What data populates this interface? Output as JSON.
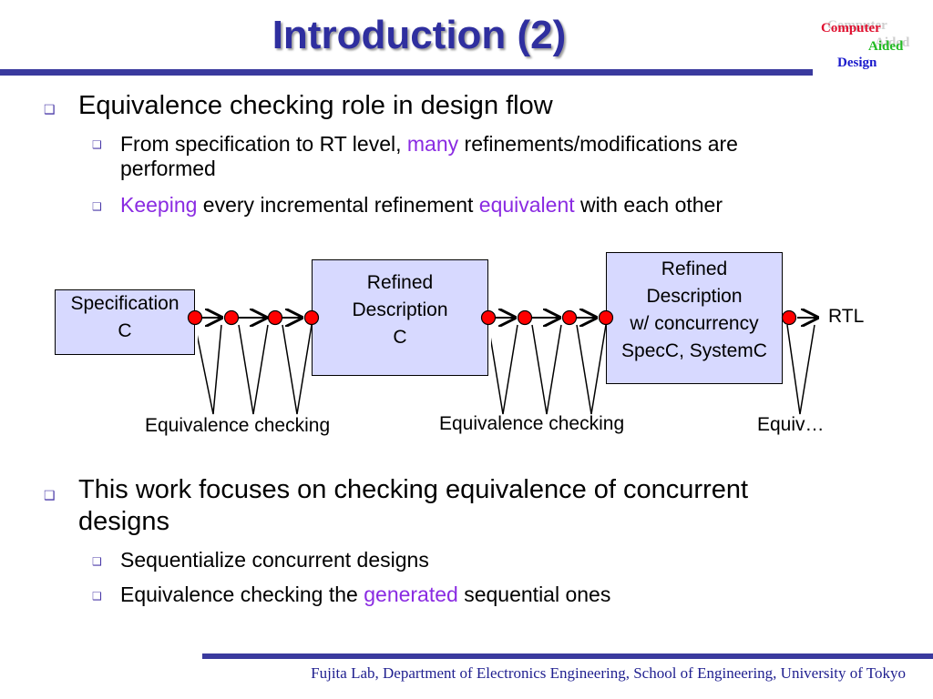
{
  "slide": {
    "title": "Introduction (2)",
    "logo": {
      "line1": "Computer",
      "line2": "Aided",
      "line3": "Design",
      "color1": "#e0102f",
      "color2": "#22bb22",
      "color3": "#1a1acc"
    },
    "bullets": {
      "b1": "Equivalence checking role in design flow",
      "b1_s1_pre": "From specification to RT level, ",
      "b1_s1_hl": "many",
      "b1_s1_post": " refinements/modifications are",
      "b1_s1_line2": "performed",
      "b1_s2_hl1": "Keeping",
      "b1_s2_mid": " every incremental refinement ",
      "b1_s2_hl2": "equivalent",
      "b1_s2_post": " with each other",
      "b2_line1": "This work focuses on checking equivalence of concurrent",
      "b2_line2": "designs",
      "b2_s1": "Sequentialize concurrent designs",
      "b2_s2_pre": "Equivalence checking the ",
      "b2_s2_hl": "generated",
      "b2_s2_post": " sequential ones"
    },
    "footer": "Fujita Lab, Department of Electronics Engineering, School of Engineering, University of Tokyo"
  },
  "diagram": {
    "spec_line1": "Specification",
    "spec_line2": "C",
    "refined1_line1": "Refined",
    "refined1_line2": "Description",
    "refined1_line3": "C",
    "refined2_line1": "Refined",
    "refined2_line2": "Description",
    "refined2_line3": "w/ concurrency",
    "refined2_line4": "SpecC, SystemC",
    "rtl": "RTL",
    "eq_label1": "Equivalence checking",
    "eq_label2": "Equivalence checking",
    "eq_label3": "Equiv…"
  },
  "colors": {
    "title": "#2f2f9f",
    "accent": "#8a2be2",
    "box_fill": "#d7d9ff",
    "node_fill": "#ff0000",
    "rule": "#3a3a9e"
  }
}
